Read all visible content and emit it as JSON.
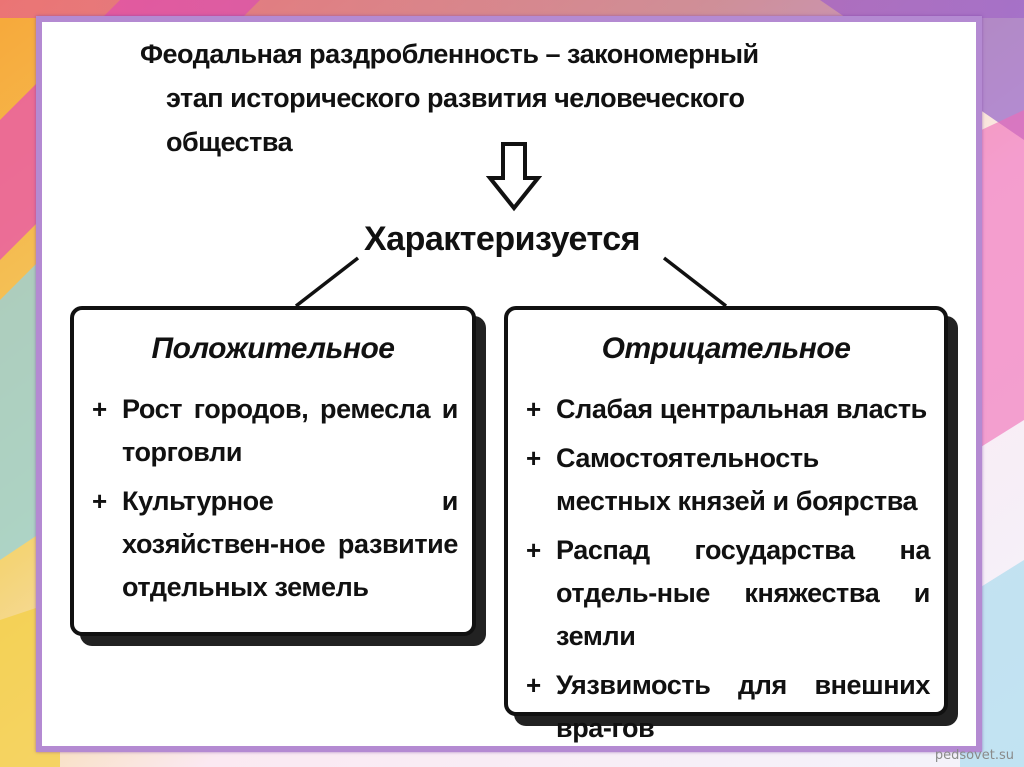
{
  "colors": {
    "frame_border": "#b48ad2",
    "text": "#111111",
    "background_accents": [
      "#e85fb0",
      "#f2a93b",
      "#8bd2e8",
      "#9b6cc9",
      "#f4e05a"
    ]
  },
  "title": {
    "bold_part": "Феодальная раздробленность",
    "rest_part": " – закономерный",
    "line2": "этап исторического развития человеческого общества"
  },
  "arrow_icon": "down-arrow-icon",
  "characterized": "Характеризуется",
  "positive": {
    "title": "Положительное",
    "bullet": "+",
    "items": [
      "Рост городов, ремесла и торговли",
      "Культурное и хозяйствен-ное развитие отдельных земель"
    ]
  },
  "negative": {
    "title": "Отрицательное",
    "bullet": "+",
    "items": [
      "Слабая центральная власть",
      "Самостоятельность местных князей и боярства",
      "Распад государства на отдель-ные княжества и земли",
      "Уязвимость для внешних вра-гов"
    ]
  },
  "watermark": "pedsovet.su"
}
